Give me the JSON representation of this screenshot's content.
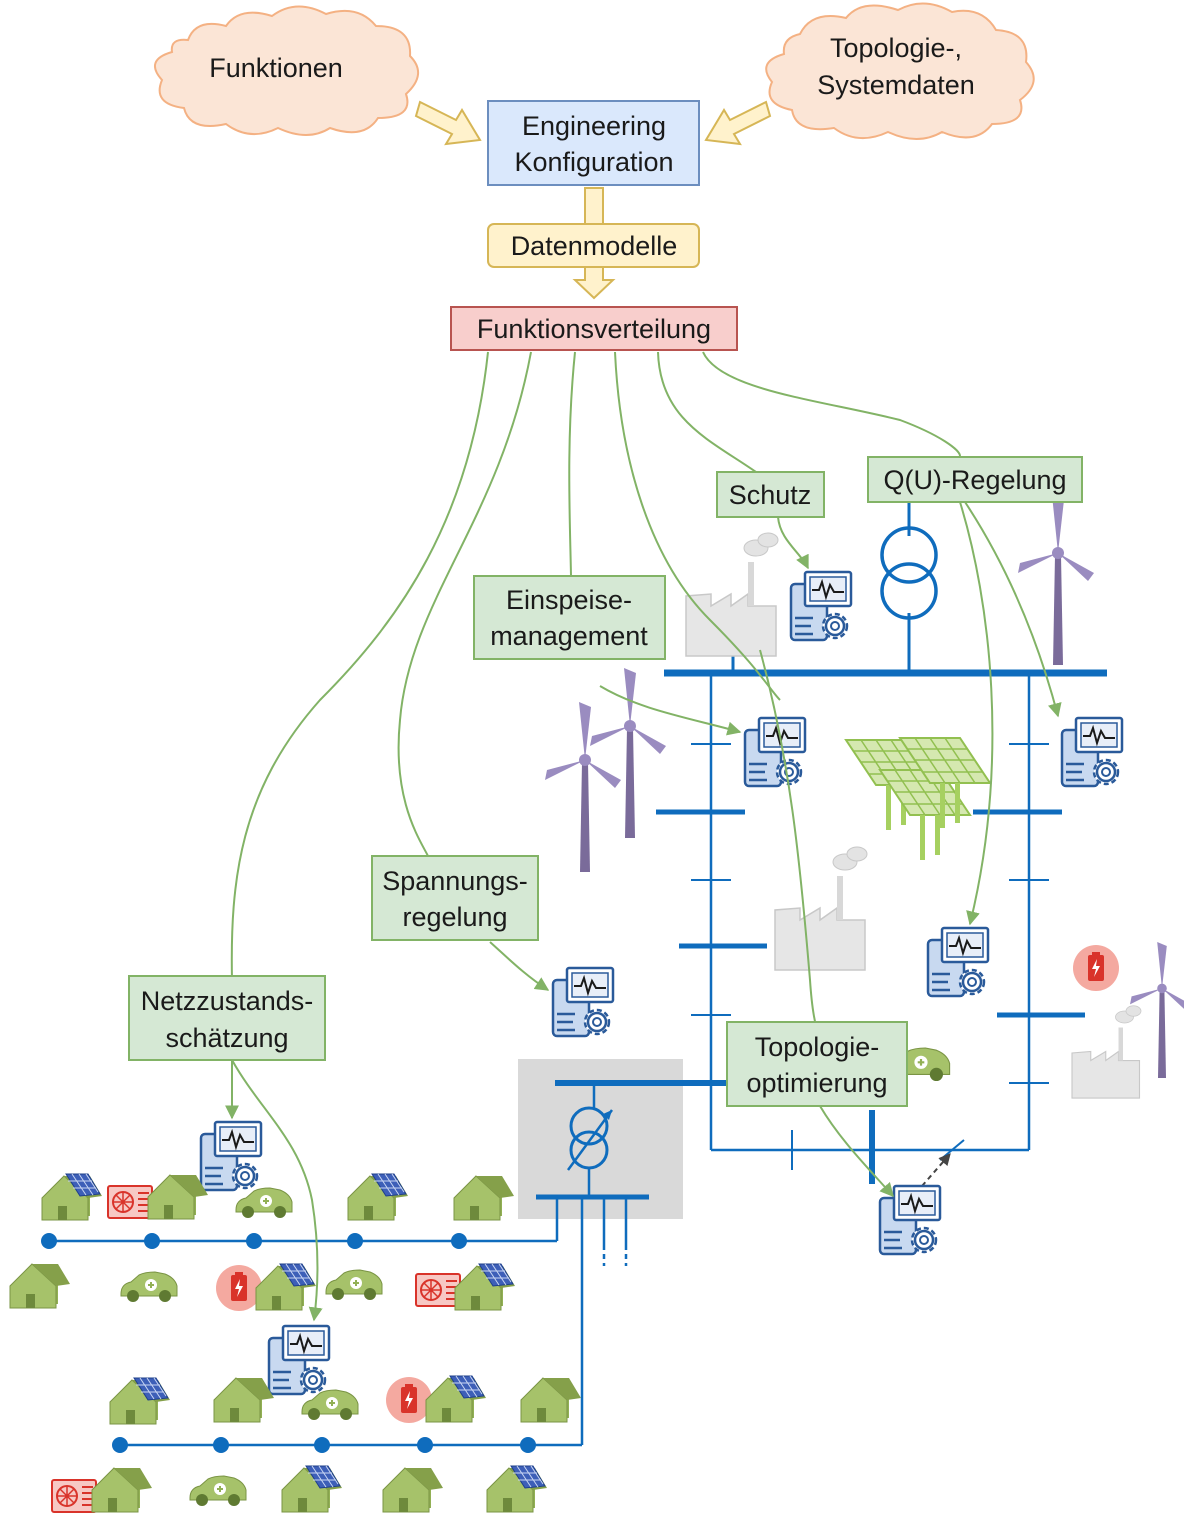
{
  "inputs": {
    "functions": "Funktionen",
    "topology_line1": "Topologie-,",
    "topology_line2": "Systemdaten"
  },
  "engineering": {
    "line1": "Engineering",
    "line2": "Konfiguration"
  },
  "data_models": "Datenmodelle",
  "distribution": "Funktionsverteilung",
  "functions": {
    "protection": "Schutz",
    "qu_control": "Q(U)-Regelung",
    "feedin_line1": "Einspeise-",
    "feedin_line2": "management",
    "voltage_line1": "Spannungs-",
    "voltage_line2": "regelung",
    "state_line1": "Netzzustands-",
    "state_line2": "schätzung",
    "topo_line1": "Topologie-",
    "topo_line2": "optimierung"
  },
  "colors": {
    "cloud_fill": "#fbe5d6",
    "cloud_stroke": "#f4b183",
    "engineering_fill": "#dae8fc",
    "engineering_stroke": "#6c8ebf",
    "datamodel_fill": "#fff2cc",
    "datamodel_stroke": "#d6b656",
    "distribution_fill": "#f8cecc",
    "distribution_stroke": "#b85450",
    "function_fill": "#d5e8d4",
    "function_stroke": "#82b366",
    "grid_blue": "#0f6cbd",
    "house_green": "#92b055"
  },
  "icons": [
    "cloud-icon",
    "controller-icon",
    "wind-turbine-icon",
    "factory-icon",
    "solar-panel-icon",
    "house-icon",
    "electric-car-icon",
    "battery-icon",
    "heat-pump-icon",
    "transformer-icon"
  ]
}
